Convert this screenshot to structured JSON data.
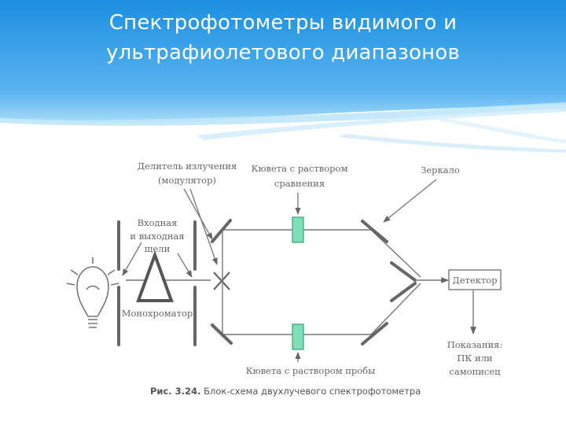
{
  "slide": {
    "title_line1": "Спектрофотометры видимого и",
    "title_line2": "ультрафиолетового диапазонов"
  },
  "figure": {
    "labels": {
      "splitter_line1": "Делитель излучения",
      "splitter_line2": "(модулятор)",
      "ref_cuvette_line1": "Кювета с раствором",
      "ref_cuvette_line2": "сравнения",
      "mirror": "Зеркало",
      "slits_line1": "Входная",
      "slits_line2": "и выходная",
      "slits_line3": "щели",
      "detector": "Детектор",
      "monochromator": "Монохроматор",
      "readout_line1": "Показания:",
      "readout_line2": "ПК или",
      "readout_line3": "самописец",
      "sample_cuvette": "Кювета с раствором пробы"
    },
    "caption_number": "Рис. 3.24.",
    "caption_text": " Блок-схема двухлучевого спектрофотометра"
  },
  "colors": {
    "banner_top": "#1c8fe0",
    "banner_bottom": "#8fd0f7",
    "line": "#666666",
    "cuvette_fill": "#7fe0b8",
    "cuvette_stroke": "#3aa37a"
  }
}
